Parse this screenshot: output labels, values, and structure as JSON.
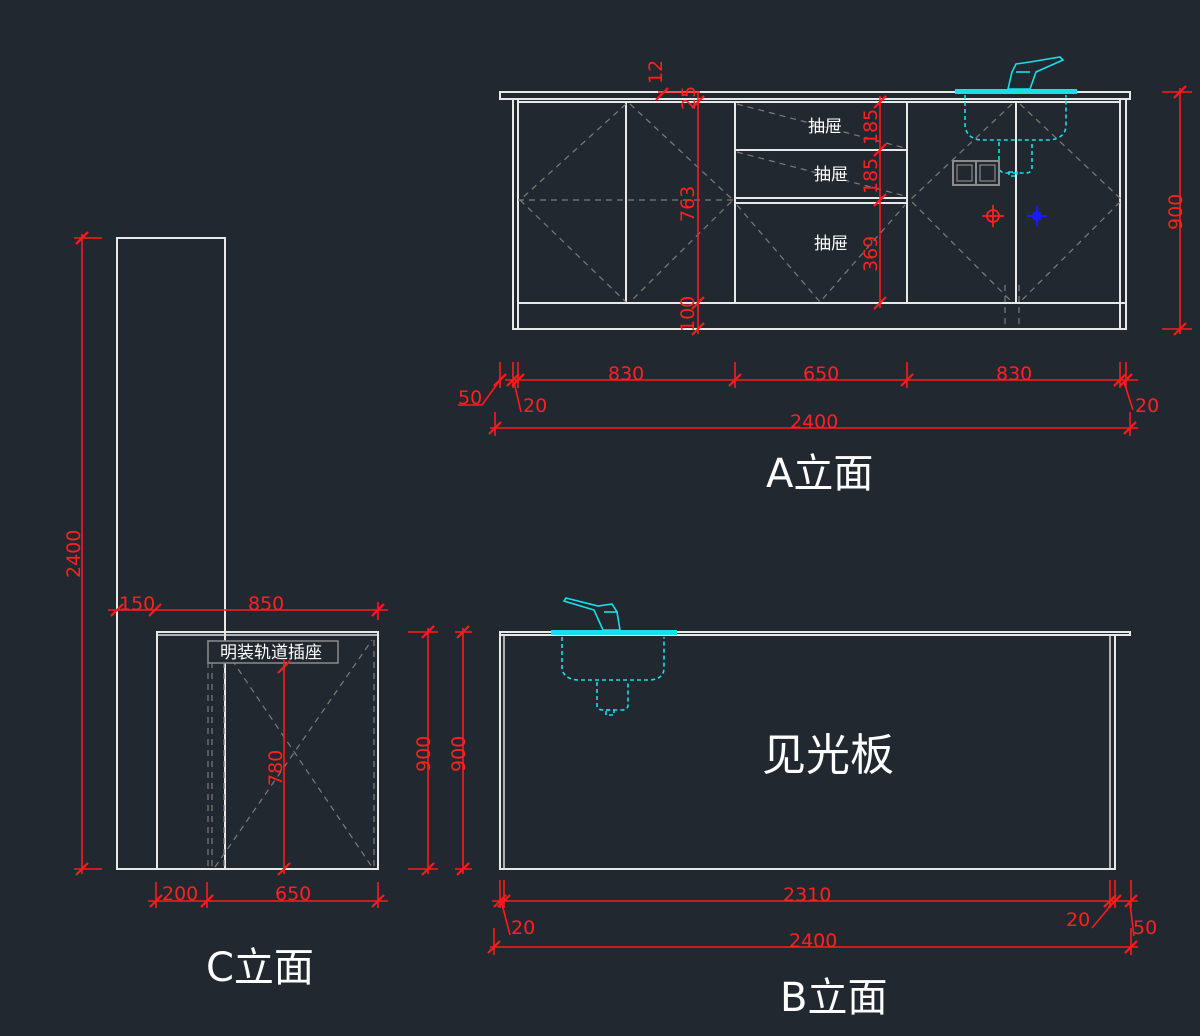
{
  "colors": {
    "background": "#212830",
    "outline": "#e8e8e8",
    "dimension": "#ff1a1a",
    "fixture": "#19e0e8",
    "hidden_line": "#7c7c7c",
    "marker_red": "#ff2020",
    "marker_blue": "#1a1aff"
  },
  "elevation_a": {
    "title": "A立面",
    "drawer_labels": [
      "抽屉",
      "抽屉",
      "抽屉"
    ],
    "dims_vertical": {
      "overhang": "12",
      "top_gap": "25",
      "door_height": "763",
      "drawer_1": "185",
      "drawer_2": "185",
      "drawer_3": "369",
      "plinth": "100",
      "total_height": "900"
    },
    "dims_horizontal": {
      "left_offset": "50",
      "left_panel": "20",
      "seg_1": "830",
      "seg_2": "650",
      "seg_3": "830",
      "right_panel": "20",
      "total_width": "2400"
    },
    "icons": [
      "faucet-icon",
      "sink-icon",
      "double-socket-icon",
      "red-target-icon",
      "blue-target-icon"
    ]
  },
  "elevation_b": {
    "title": "B立面",
    "panel_label": "见光板",
    "dims": {
      "inner_width": "2310",
      "left_panel": "20",
      "right_panel": "20",
      "right_offset": "50",
      "total_width": "2400",
      "height_1": "900",
      "height_2": "900"
    },
    "icons": [
      "faucet-icon",
      "sink-icon"
    ]
  },
  "elevation_c": {
    "title": "C立面",
    "socket_label": "明装轨道插座",
    "dims": {
      "wall_height": "2400",
      "wall_thickness": "150",
      "counter_depth": "850",
      "socket_height": "780",
      "bottom_left": "200",
      "bottom_right": "650"
    },
    "icons": [
      "brick-wall-hatch"
    ]
  }
}
